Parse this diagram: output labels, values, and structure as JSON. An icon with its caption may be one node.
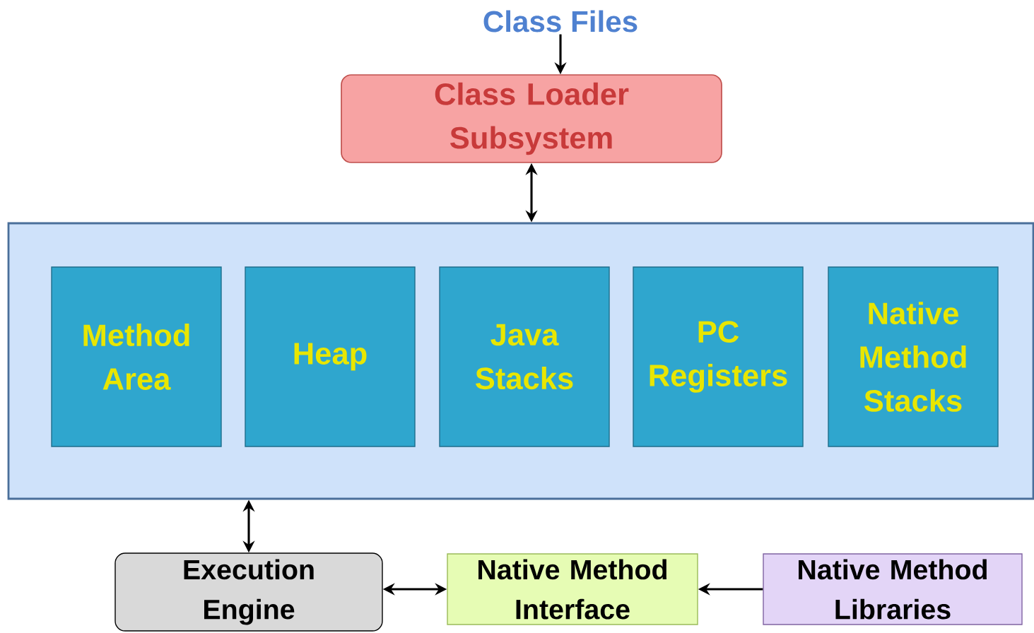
{
  "diagram": {
    "nodes": [
      {
        "text": [
          "Class Files"
        ]
      },
      {
        "text": [
          "Class Loader Subsystem"
        ]
      },
      {
        "text": [],
        "shape": "box"
      },
      {
        "text": [
          "Method Area"
        ],
        "in": 2
      },
      {
        "text": [
          "Heap"
        ],
        "in": 2
      },
      {
        "text": [
          "Java Stacks"
        ],
        "in": 2
      },
      {
        "text": [
          "PC Registers"
        ],
        "in": 2
      },
      {
        "text": [
          "Native Method Stacks"
        ],
        "in": 2
      },
      {
        "text": [
          "Execution Engine"
        ]
      },
      {
        "text": [
          "Native Method Interface"
        ]
      },
      {
        "text": [
          "Native Method Libraries"
        ]
      }
    ],
    "edges": [
      {
        "from": 0,
        "to": 1,
        "arrow": "to"
      },
      {
        "from": 1,
        "to": 2,
        "arrow": "both"
      },
      {
        "from": 2,
        "to": 8,
        "arrow": "both"
      },
      {
        "from": 8,
        "to": 9,
        "arrow": "both"
      },
      {
        "from": 10,
        "to": 9,
        "arrow": "to"
      }
    ]
  }
}
